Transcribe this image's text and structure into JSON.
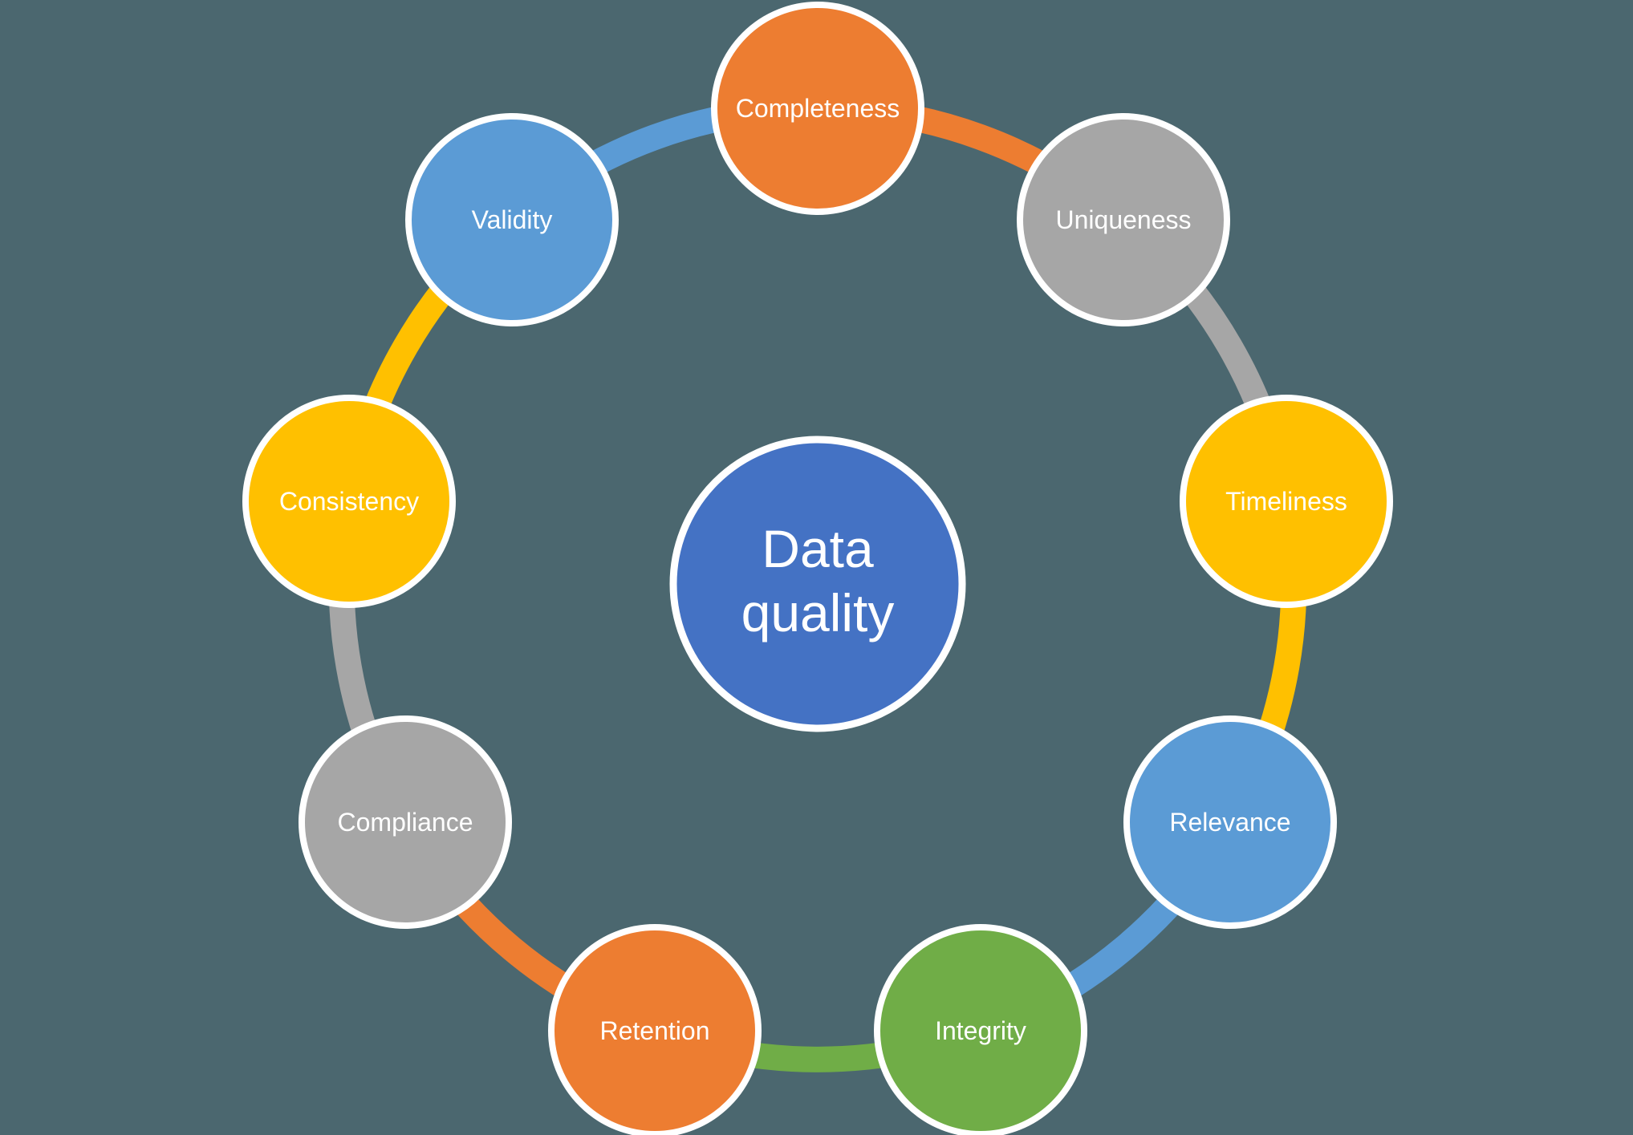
{
  "diagram": {
    "background_color": "#4B676F",
    "center": {
      "label_line1": "Data",
      "label_line2": "quality",
      "color": "#4472C4",
      "border_color": "#FFFFFF"
    },
    "nodes": [
      {
        "label": "Completeness",
        "color": "#ED7D31"
      },
      {
        "label": "Uniqueness",
        "color": "#A6A6A6"
      },
      {
        "label": "Timeliness",
        "color": "#FFC000"
      },
      {
        "label": "Relevance",
        "color": "#5B9BD5"
      },
      {
        "label": "Integrity",
        "color": "#70AD47"
      },
      {
        "label": "Retention",
        "color": "#ED7D31"
      },
      {
        "label": "Compliance",
        "color": "#A6A6A6"
      },
      {
        "label": "Consistency",
        "color": "#FFC000"
      },
      {
        "label": "Validity",
        "color": "#5B9BD5"
      }
    ]
  }
}
